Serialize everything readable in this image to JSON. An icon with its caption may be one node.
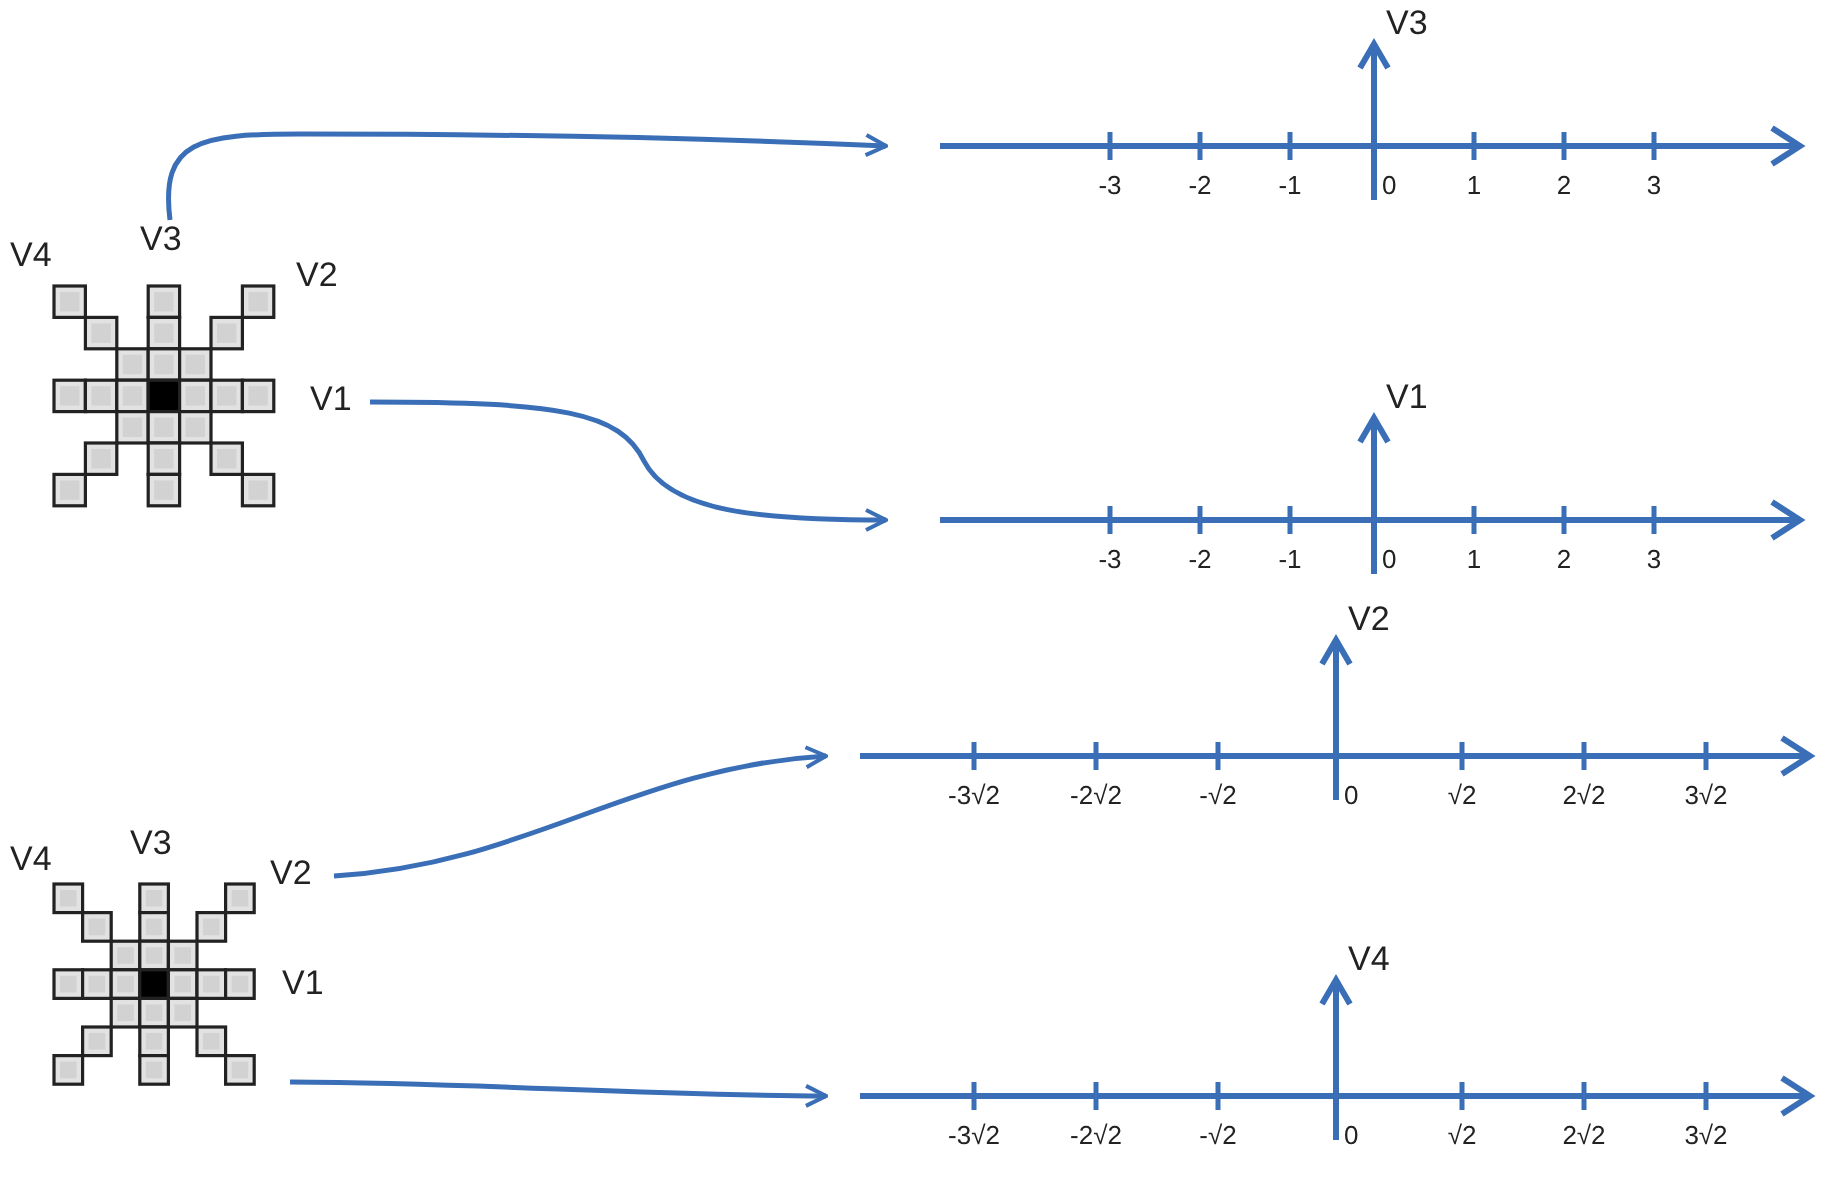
{
  "diagram": {
    "nodes": [
      {
        "text": [],
        "shape": "grid"
      },
      {
        "text": [
          "V3"
        ]
      },
      {
        "text": [
          "V1"
        ]
      },
      {
        "text": [
          "V3",
          "-3",
          "-2",
          "-1",
          "0",
          "1",
          "2",
          "3"
        ]
      },
      {
        "text": [
          "V1",
          "-3",
          "-2",
          "-1",
          "0",
          "1",
          "2",
          "3"
        ]
      },
      {
        "text": [],
        "shape": "grid"
      },
      {
        "text": [
          "V2"
        ]
      },
      {
        "text": [
          "V2",
          "-3√2",
          "-2√2",
          "-√2",
          "0",
          "√2",
          "2√2",
          "3√2"
        ]
      },
      {
        "text": [
          "V4",
          "-3√2",
          "-2√2",
          "-√2",
          "0",
          "√2",
          "2√2",
          "3√2"
        ]
      }
    ],
    "edges": [
      {
        "from": 1,
        "to": 3,
        "arrow": "to"
      },
      {
        "from": 2,
        "to": 4,
        "arrow": "to"
      },
      {
        "from": 6,
        "to": 7,
        "arrow": "to"
      },
      {
        "from": 5,
        "to": 8,
        "arrow": "to"
      }
    ],
    "labels": [
      "V4",
      "V2",
      "V4",
      "V3",
      "V1"
    ]
  }
}
